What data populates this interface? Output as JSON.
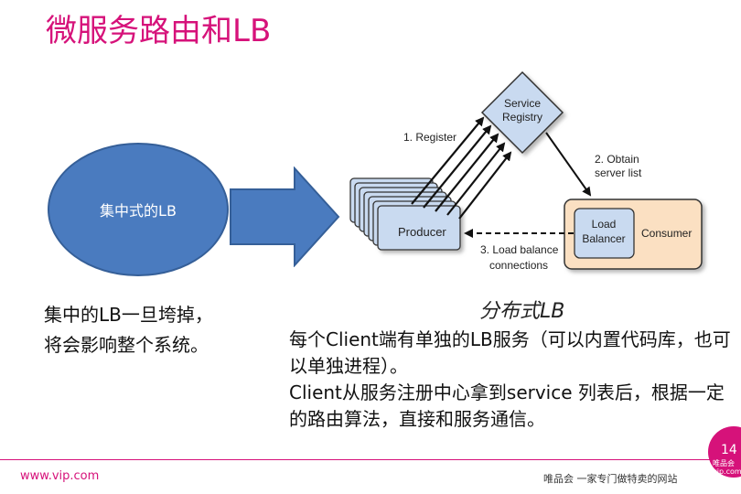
{
  "title": "微服务路由和LB",
  "left": {
    "ellipse_label": "集中式的LB",
    "note": "集中的LB一旦垮掉，将会影响整个系统。"
  },
  "diagram": {
    "service_registry": [
      "Service",
      "Registry"
    ],
    "register": "1. Register",
    "obtain": [
      "2. Obtain",
      "server list"
    ],
    "producer": "Producer",
    "load_balancer": [
      "Load",
      "Balancer"
    ],
    "consumer": "Consumer",
    "lb_connections": [
      "3. Load balance",
      "connections"
    ]
  },
  "caption": "分布式LB",
  "right_notes": [
    "每个Client端有单独的LB服务（可以内置代码库，也可以单独进程）。",
    "Client从服务注册中心拿到service 列表后，根据一定的路由算法，直接和服务通信。"
  ],
  "footer": {
    "website": "www.vip.com",
    "tagline": "唯品会 一家专门做特卖的网站",
    "page_number": "14",
    "badge_brand": [
      "唯品会",
      "vip.com"
    ]
  },
  "colors": {
    "accent": "#d6127a",
    "ellipse": "#4a7bbf",
    "node_blue": "#c9daf0",
    "consumer": "#fbe0c2"
  }
}
